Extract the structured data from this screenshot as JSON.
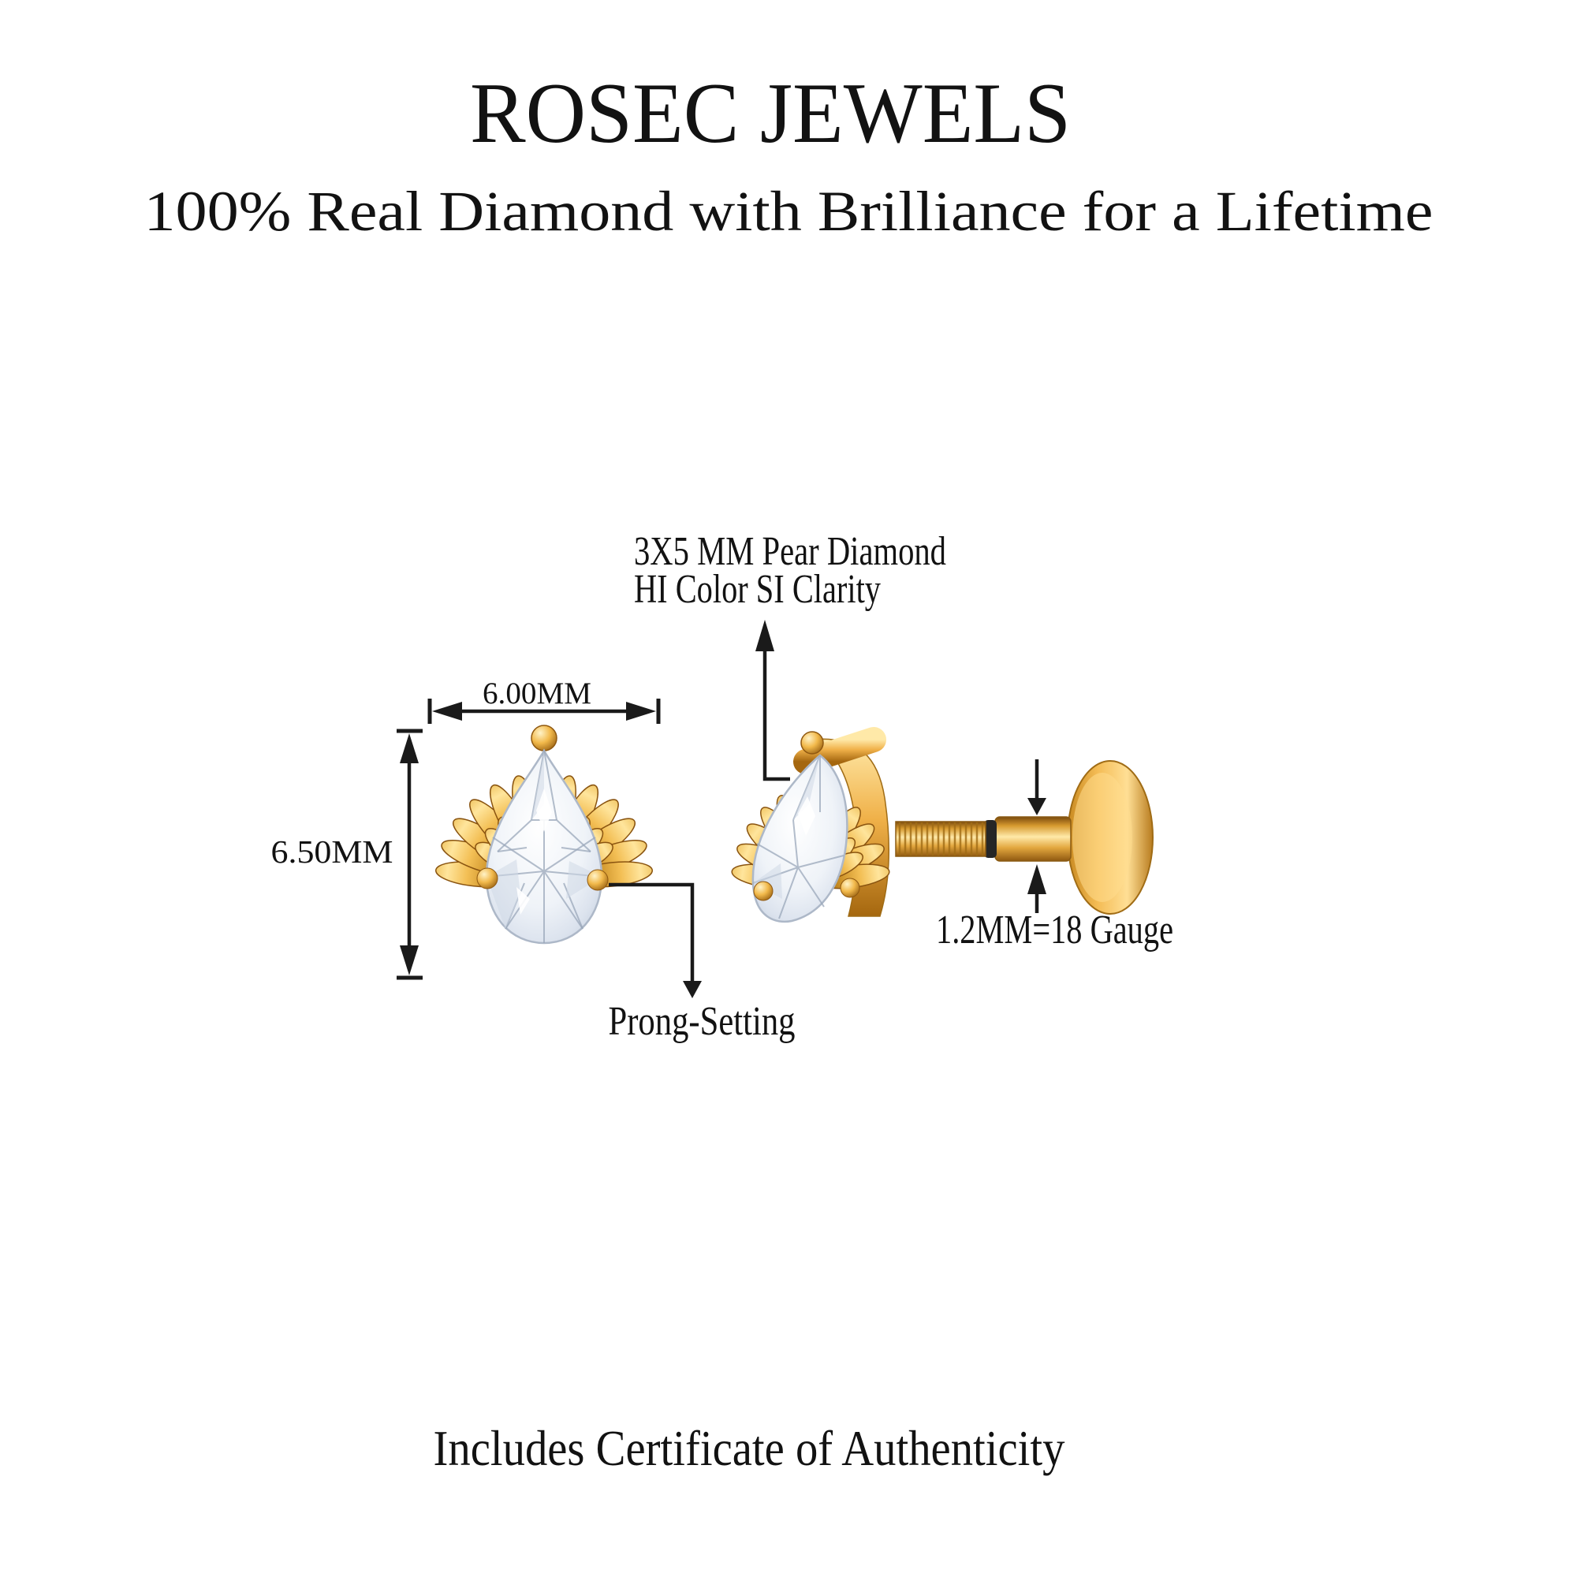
{
  "brand": {
    "name": "ROSEC JEWELS",
    "tagline": "100% Real Diamond with Brilliance for a Lifetime"
  },
  "annotations": {
    "diamond_spec_line1": "3X5 MM Pear Diamond",
    "diamond_spec_line2": "HI Color SI Clarity",
    "width_label": "6.00MM",
    "height_label": "6.50MM",
    "post_gauge_label": "1.2MM=18 Gauge",
    "setting_label": "Prong-Setting"
  },
  "footer": {
    "note": "Includes Certificate of Authenticity"
  },
  "colors": {
    "background": "#FFFFFF",
    "text": "#121212",
    "annotation_line": "#1A1A1A",
    "gold": "#E8A33C",
    "gold_light": "#FFE9A8",
    "gold_dark": "#8F5810",
    "diamond_white": "#F2F5F9",
    "diamond_facet": "#9AA7BA"
  }
}
